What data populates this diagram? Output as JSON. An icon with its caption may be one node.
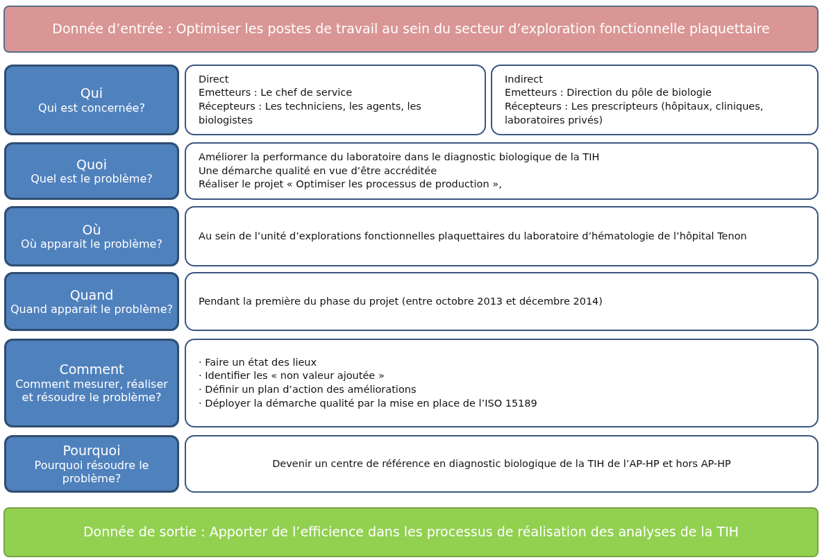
{
  "diagram": {
    "nodes": [
      {
        "text": [
          "Donnée d’entrée : Optimiser les postes de travail au sein du secteur d’exploration fonctionnelle plaquettaire"
        ]
      },
      {
        "text": [
          "Qui",
          "Qui est concernée?"
        ]
      },
      {
        "text": [
          "Direct",
          "Emetteurs : Le chef de service",
          "Récepteurs : Les techniciens, les agents, les biologistes"
        ]
      },
      {
        "text": [
          "Indirect",
          "Emetteurs : Direction du pôle de biologie",
          "Récepteurs : Les prescripteurs (hôpitaux, cliniques, laboratoires privés)"
        ]
      },
      {
        "text": [
          "Quoi",
          "Quel est le problème?"
        ]
      },
      {
        "text": [
          "Améliorer la performance du laboratoire dans le diagnostic biologique de la TIH",
          "Une démarche qualité en vue d’être accréditée",
          "Réaliser le projet « Optimiser les processus de production »,"
        ]
      },
      {
        "text": [
          "Où",
          "Où apparait le problème?"
        ]
      },
      {
        "text": [
          "Au sein de l’unité d’explorations fonctionnelles plaquettaires du laboratoire d’hématologie de l’hôpital Tenon"
        ]
      },
      {
        "text": [
          "Quand",
          "Quand apparait le problème?"
        ]
      },
      {
        "text": [
          "Pendant la première du phase du projet (entre octobre 2013 et décembre 2014)"
        ]
      },
      {
        "text": [
          "Comment",
          "Comment mesurer, réaliser et résoudre le problème?"
        ]
      },
      {
        "text": [
          "· Faire un état des lieux",
          "· Identifier les « non valeur ajoutée »",
          "· Définir un plan d’action des améliorations",
          "· Déployer la démarche qualité par la mise en place de l’ISO 15189"
        ]
      },
      {
        "text": [
          "Pourquoi",
          "Pourquoi résoudre le problème?"
        ]
      },
      {
        "text": [
          "Devenir un centre de référence en diagnostic biologique de la TIH de l’AP-HP et hors AP-HP"
        ]
      },
      {
        "text": [
          "Donnée de sortie : Apporter de l’efficience dans les processus de réalisation des analyses de la TIH"
        ]
      }
    ]
  }
}
